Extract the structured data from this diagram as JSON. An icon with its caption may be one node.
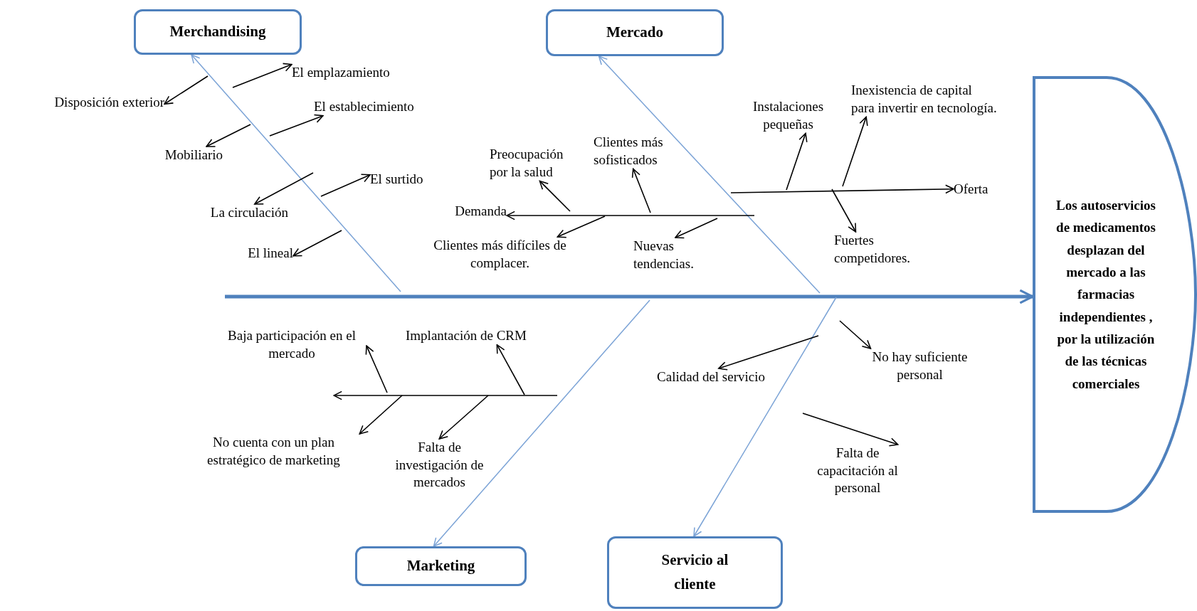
{
  "diagram": {
    "nodes": [
      {
        "text": [
          "Merchandising"
        ]
      },
      {
        "text": [
          "Mercado"
        ]
      },
      {
        "text": [
          "Los autoservicios de medicamentos desplazan del mercado a las farmacias independientes , por la utilización de las técnicas comerciales"
        ]
      },
      {
        "text": [
          "Marketing"
        ]
      },
      {
        "text": [
          "Servicio al cliente"
        ]
      },
      {
        "text": [
          "Disposición exterior"
        ]
      },
      {
        "text": [
          "El emplazamiento"
        ]
      },
      {
        "text": [
          "Mobiliario"
        ]
      },
      {
        "text": [
          "El establecimiento"
        ]
      },
      {
        "text": [
          "La circulación"
        ]
      },
      {
        "text": [
          "El surtido"
        ]
      },
      {
        "text": [
          "El lineal"
        ]
      },
      {
        "text": [
          "Demanda"
        ]
      },
      {
        "text": [
          "Preocupación por la salud"
        ]
      },
      {
        "text": [
          "Clientes más sofisticados"
        ]
      },
      {
        "text": [
          "Clientes más difíciles de complacer."
        ]
      },
      {
        "text": [
          "Nuevas tendencias."
        ]
      },
      {
        "text": [
          "Oferta"
        ]
      },
      {
        "text": [
          "Instalaciones pequeñas"
        ]
      },
      {
        "text": [
          "Inexistencia de capital para invertir en tecnología."
        ]
      },
      {
        "text": [
          "Fuertes competidores."
        ]
      },
      {
        "text": [
          "Baja participación en el mercado"
        ]
      },
      {
        "text": [
          "Implantación de CRM"
        ]
      },
      {
        "text": [
          "No cuenta con un plan estratégico de marketing"
        ]
      },
      {
        "text": [
          "Falta de investigación de mercados"
        ]
      },
      {
        "text": [
          "Calidad del servicio"
        ]
      },
      {
        "text": [
          "No hay suficiente personal"
        ]
      },
      {
        "text": [
          "Falta de capacitación al personal"
        ]
      }
    ],
    "edges": [
      {
        "from": null,
        "to": 2,
        "arrow": "to",
        "style": "thick",
        "color": "#4f81bd"
      },
      {
        "from": null,
        "to": 0,
        "arrow": "to",
        "color": "#7ba3d6"
      },
      {
        "from": null,
        "to": 1,
        "arrow": "to",
        "color": "#7ba3d6"
      },
      {
        "from": null,
        "to": 3,
        "arrow": "to",
        "color": "#7ba3d6"
      },
      {
        "from": null,
        "to": 4,
        "arrow": "to",
        "color": "#7ba3d6"
      },
      {
        "from": null,
        "to": 5,
        "arrow": "to"
      },
      {
        "from": null,
        "to": 6,
        "arrow": "to"
      },
      {
        "from": null,
        "to": 7,
        "arrow": "to"
      },
      {
        "from": null,
        "to": 8,
        "arrow": "to"
      },
      {
        "from": null,
        "to": 9,
        "arrow": "to"
      },
      {
        "from": null,
        "to": 10,
        "arrow": "to"
      },
      {
        "from": null,
        "to": 11,
        "arrow": "to"
      },
      {
        "from": null,
        "to": 12,
        "arrow": "to"
      },
      {
        "from": null,
        "to": 13,
        "arrow": "to"
      },
      {
        "from": null,
        "to": 14,
        "arrow": "to"
      },
      {
        "from": null,
        "to": 15,
        "arrow": "to"
      },
      {
        "from": null,
        "to": 16,
        "arrow": "to"
      },
      {
        "from": null,
        "to": 17,
        "arrow": "to"
      },
      {
        "from": null,
        "to": 18,
        "arrow": "to"
      },
      {
        "from": null,
        "to": 19,
        "arrow": "to"
      },
      {
        "from": null,
        "to": 20,
        "arrow": "to"
      },
      {
        "from": null,
        "to": 21,
        "arrow": "to"
      },
      {
        "from": null,
        "to": 22,
        "arrow": "to"
      },
      {
        "from": null,
        "to": 23,
        "arrow": "to"
      },
      {
        "from": null,
        "to": 24,
        "arrow": "to"
      },
      {
        "from": null,
        "to": 25,
        "arrow": "to"
      },
      {
        "from": null,
        "to": 26,
        "arrow": "to"
      },
      {
        "from": null,
        "to": 27,
        "arrow": "to"
      }
    ]
  }
}
